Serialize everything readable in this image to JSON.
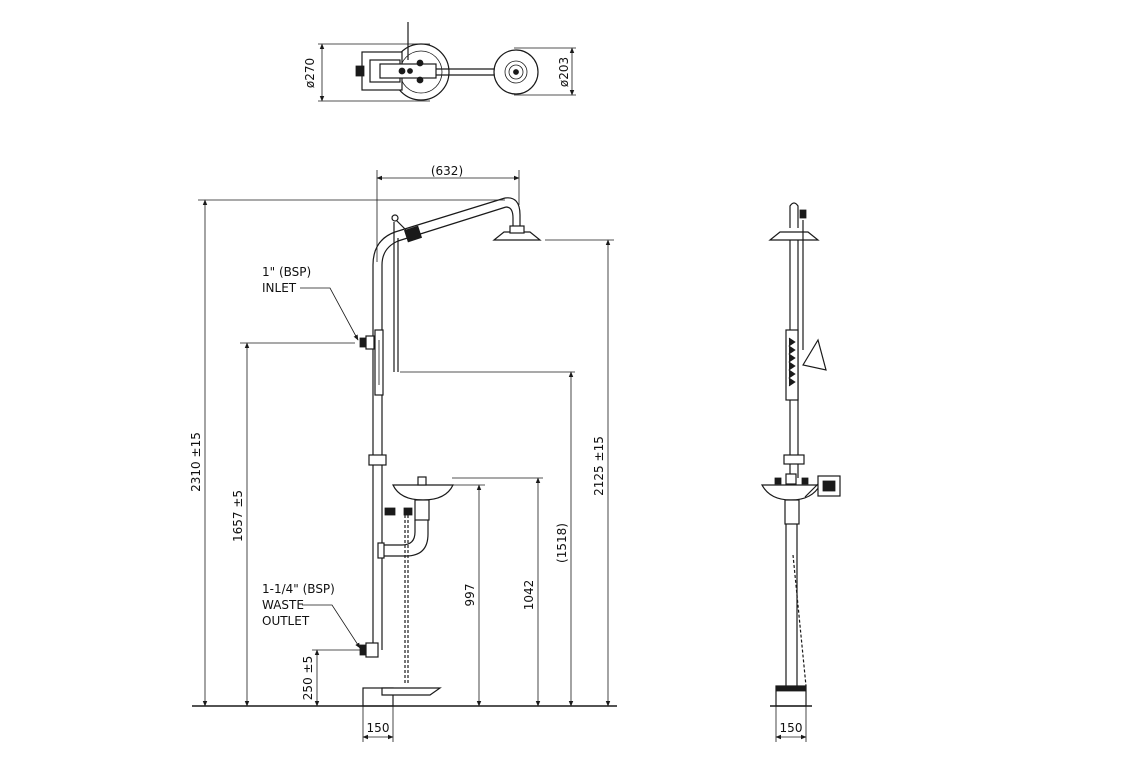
{
  "top_view": {
    "dim_left": "ø270",
    "dim_right": "ø203"
  },
  "front_view": {
    "dim_arm": "(632)",
    "dim_total": "2310 ±15",
    "dim_inlet_height": "1657 ±5",
    "dim_head_height": "2125 ±15",
    "dim_handle": "(1518)",
    "dim_bowl": "1042",
    "dim_bowl_rim": "997",
    "dim_outlet": "250 ±5",
    "dim_base": "150",
    "inlet_note": [
      "1\" (BSP)",
      "INLET"
    ],
    "outlet_note": [
      "1-1/4\" (BSP)",
      "WASTE",
      "OUTLET"
    ]
  },
  "side_view": {
    "dim_base": "150"
  }
}
